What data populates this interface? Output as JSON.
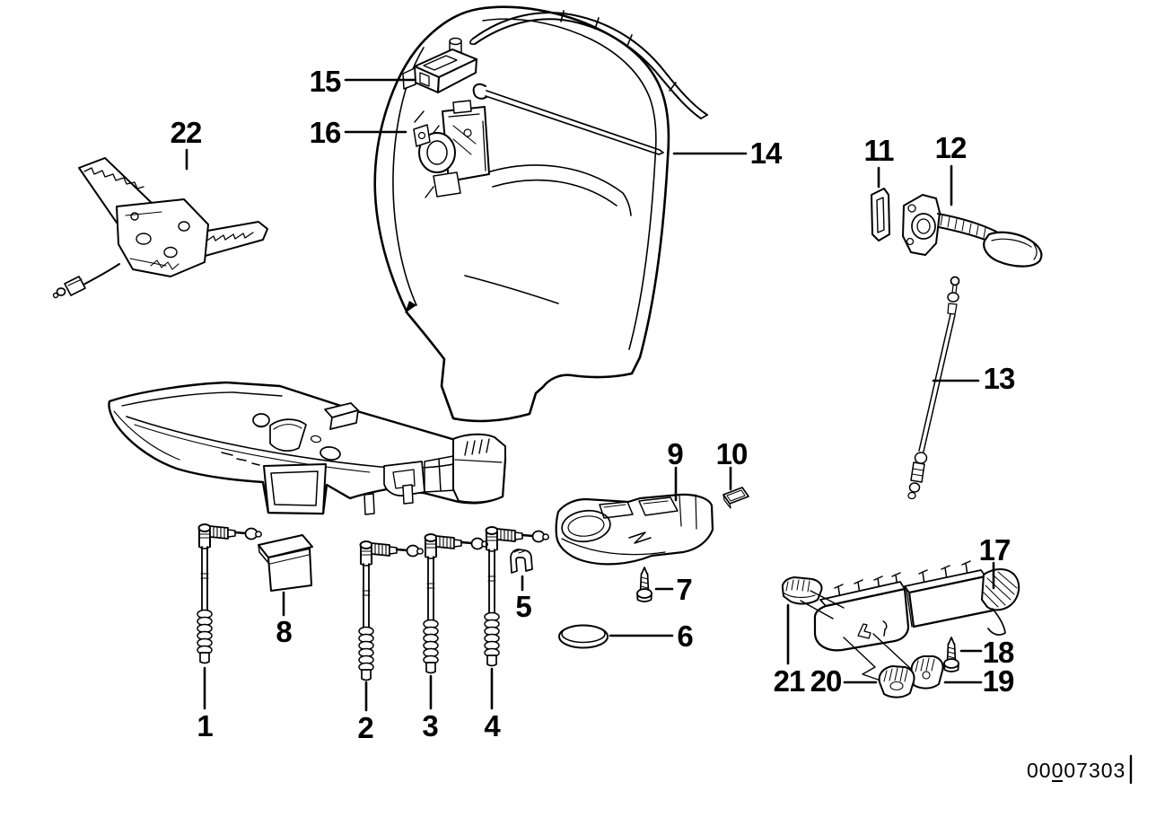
{
  "diagram": {
    "background_color": "#ffffff",
    "line_color": "#000000",
    "callouts": [
      {
        "number": "1"
      },
      {
        "number": "2"
      },
      {
        "number": "3"
      },
      {
        "number": "4"
      },
      {
        "number": "5"
      },
      {
        "number": "6"
      },
      {
        "number": "7"
      },
      {
        "number": "8"
      },
      {
        "number": "9"
      },
      {
        "number": "10"
      },
      {
        "number": "11"
      },
      {
        "number": "12"
      },
      {
        "number": "13"
      },
      {
        "number": "14"
      },
      {
        "number": "15"
      },
      {
        "number": "16"
      },
      {
        "number": "17"
      },
      {
        "number": "18"
      },
      {
        "number": "19"
      },
      {
        "number": "20"
      },
      {
        "number": "21"
      },
      {
        "number": "22"
      }
    ],
    "footer": {
      "code": "00007303"
    }
  }
}
